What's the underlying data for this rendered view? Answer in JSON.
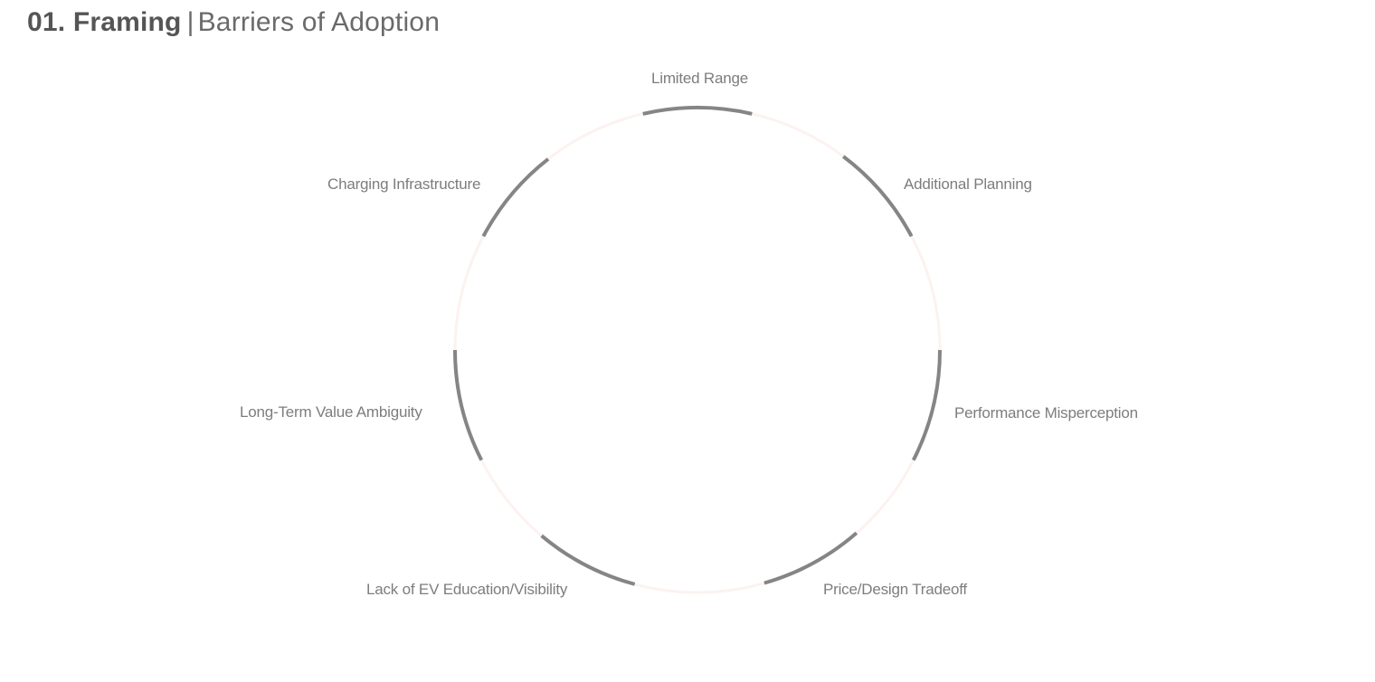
{
  "header": {
    "title_bold": "01. Framing",
    "separator": "|",
    "title_rest": "Barriers of Adoption"
  },
  "diagram": {
    "ring_color": "#fcf2f0",
    "arc_color": "#858585",
    "barriers": [
      {
        "id": "limited-range",
        "label": "Limited Range"
      },
      {
        "id": "additional-planning",
        "label": "Additional Planning"
      },
      {
        "id": "performance-misperception",
        "label": "Performance Misperception"
      },
      {
        "id": "price-design-tradeoff",
        "label": "Price/Design Tradeoff"
      },
      {
        "id": "lack-of-ev-education",
        "label": "Lack of EV Education/Visibility"
      },
      {
        "id": "long-term-value-ambiguity",
        "label": "Long-Term Value Ambiguity"
      },
      {
        "id": "charging-infrastructure",
        "label": "Charging Infrastructure"
      }
    ]
  }
}
